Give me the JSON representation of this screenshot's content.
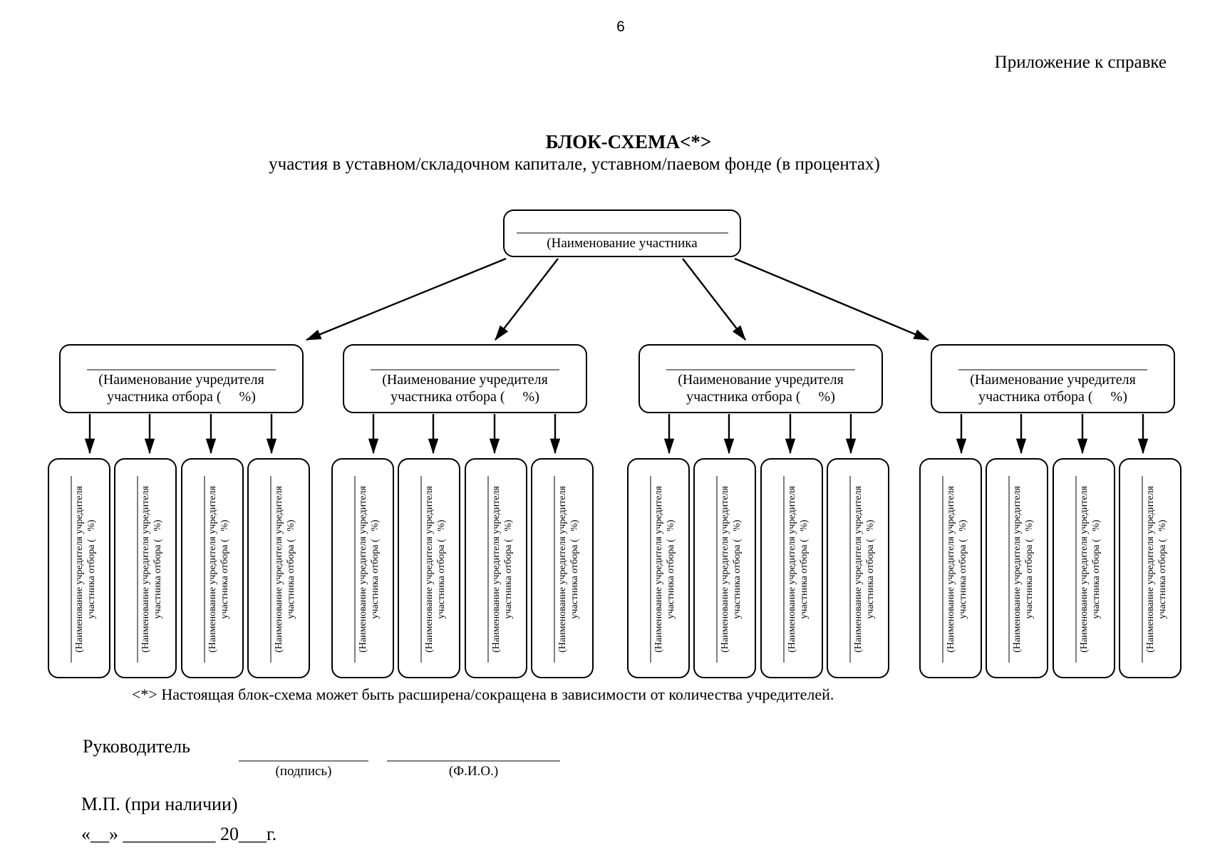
{
  "page_number": "6",
  "annex": "Приложение к справке",
  "title": "БЛОК-СХЕМА<*>",
  "subtitle": "участия в уставном/складочном капитале, уставном/паевом фонде (в процентах)",
  "diagram": {
    "root_label": "(Наименование участника",
    "founder_label_line1": "(Наименование учредителя",
    "founder_label_line2": "участника отбора (     %)",
    "subfounder_label_line1": "(Наименование учредителя учредителя",
    "subfounder_label_line2": "участника отбора (   %)",
    "groups_count": 4,
    "subfounders_per_group": 4
  },
  "footnote": "<*> Настоящая блок-схема может быть расширена/сокращена в зависимости от количества учредителей.",
  "signature": {
    "leader_label": "Руководитель",
    "signature_caption": "(подпись)",
    "name_caption": "(Ф.И.О.)",
    "stamp_note": "М.П. (при наличии)",
    "date_line": "«__» __________ 20___г."
  },
  "colors": {
    "border": "#000000",
    "fill_in_line": "#808080",
    "text": "#000000",
    "background": "#ffffff"
  }
}
